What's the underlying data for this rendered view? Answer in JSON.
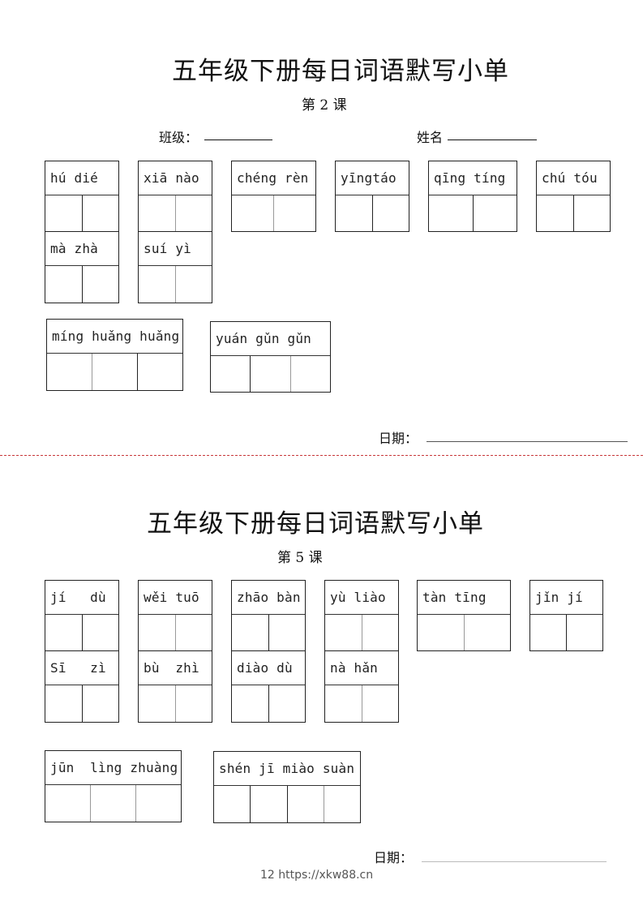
{
  "sheet1": {
    "title": "五年级下册每日词语默写小单",
    "lesson": "第 2 课",
    "class_label": "班级：",
    "name_label": "姓名",
    "date_label": "日期：",
    "words": [
      {
        "pinyin": "hú dié",
        "cells": 2
      },
      {
        "pinyin": "xiā nào",
        "cells": 2
      },
      {
        "pinyin": "chéng rèn",
        "cells": 2
      },
      {
        "pinyin": "yīngtáo",
        "cells": 2
      },
      {
        "pinyin": "qīng tíng",
        "cells": 2
      },
      {
        "pinyin": "chú tóu",
        "cells": 2
      },
      {
        "pinyin": "mà zhà",
        "cells": 2
      },
      {
        "pinyin": "suí yì",
        "cells": 2
      },
      {
        "pinyin": "míng huǎng huǎng",
        "cells": 3
      },
      {
        "pinyin": "yuán gǔn gǔn",
        "cells": 3
      }
    ]
  },
  "sheet2": {
    "title": "五年级下册每日词语默写小单",
    "lesson": "第 5 课",
    "date_label": "日期：",
    "words": [
      {
        "pinyin": "jí   dù",
        "cells": 2
      },
      {
        "pinyin": "wěi tuō",
        "cells": 2
      },
      {
        "pinyin": "zhāo bàn",
        "cells": 2
      },
      {
        "pinyin": "yù liào",
        "cells": 2
      },
      {
        "pinyin": "tàn tīng",
        "cells": 2
      },
      {
        "pinyin": "jǐn jí",
        "cells": 2
      },
      {
        "pinyin": "Sī   zì",
        "cells": 2
      },
      {
        "pinyin": "bù  zhì",
        "cells": 2
      },
      {
        "pinyin": "diào dù",
        "cells": 2
      },
      {
        "pinyin": "nà hǎn",
        "cells": 2
      },
      {
        "pinyin": "jūn  lìng zhuàng",
        "cells": 3
      },
      {
        "pinyin": "shén jī miào suàn",
        "cells": 4
      }
    ]
  },
  "footer": {
    "text": "12 https://xkw88.cn"
  },
  "colors": {
    "divider": "#c8383a",
    "ink": "#111111"
  }
}
